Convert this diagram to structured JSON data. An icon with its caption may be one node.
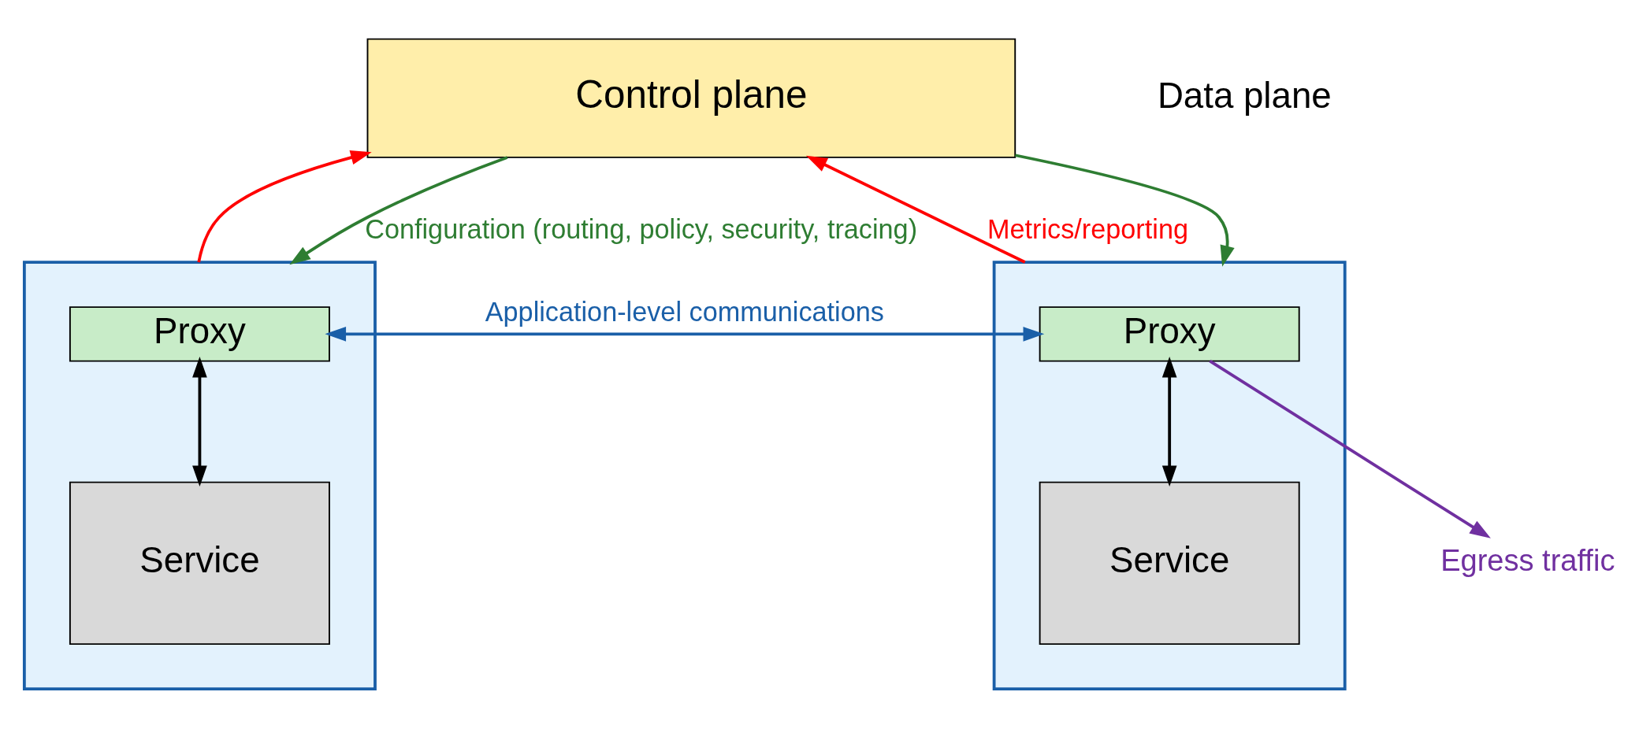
{
  "diagram": {
    "nodes": [
      {
        "text": [
          "Control plane"
        ]
      },
      {
        "text": [],
        "shape": "box"
      },
      {
        "text": [
          "Proxy"
        ],
        "in": 1
      },
      {
        "text": [
          "Service"
        ],
        "in": 1
      },
      {
        "text": [],
        "shape": "box"
      },
      {
        "text": [
          "Proxy"
        ],
        "in": 4
      },
      {
        "text": [
          "Service"
        ],
        "in": 4
      },
      {
        "text": [
          "Egress traffic"
        ]
      }
    ],
    "edges": [
      {
        "from": 1,
        "to": 0,
        "arrow": "to",
        "color": "#ff0000"
      },
      {
        "from": 4,
        "to": 0,
        "arrow": "to",
        "color": "#ff0000",
        "label": "Metrics/reporting"
      },
      {
        "from": 0,
        "to": 1,
        "arrow": "to",
        "color": "#2e7d32",
        "label": "Configuration (routing, policy, security, tracing)"
      },
      {
        "from": 0,
        "to": 4,
        "arrow": "to",
        "color": "#2e7d32"
      },
      {
        "from": 2,
        "to": 5,
        "arrow": "both",
        "color": "#1a5fa8",
        "label": "Application-level communications"
      },
      {
        "from": 2,
        "to": 3,
        "arrow": "both",
        "color": "#000000"
      },
      {
        "from": 5,
        "to": 6,
        "arrow": "both",
        "color": "#000000"
      },
      {
        "from": 5,
        "to": 7,
        "arrow": "to",
        "color": "#7030a0"
      }
    ],
    "labels": [
      "Data plane"
    ]
  }
}
